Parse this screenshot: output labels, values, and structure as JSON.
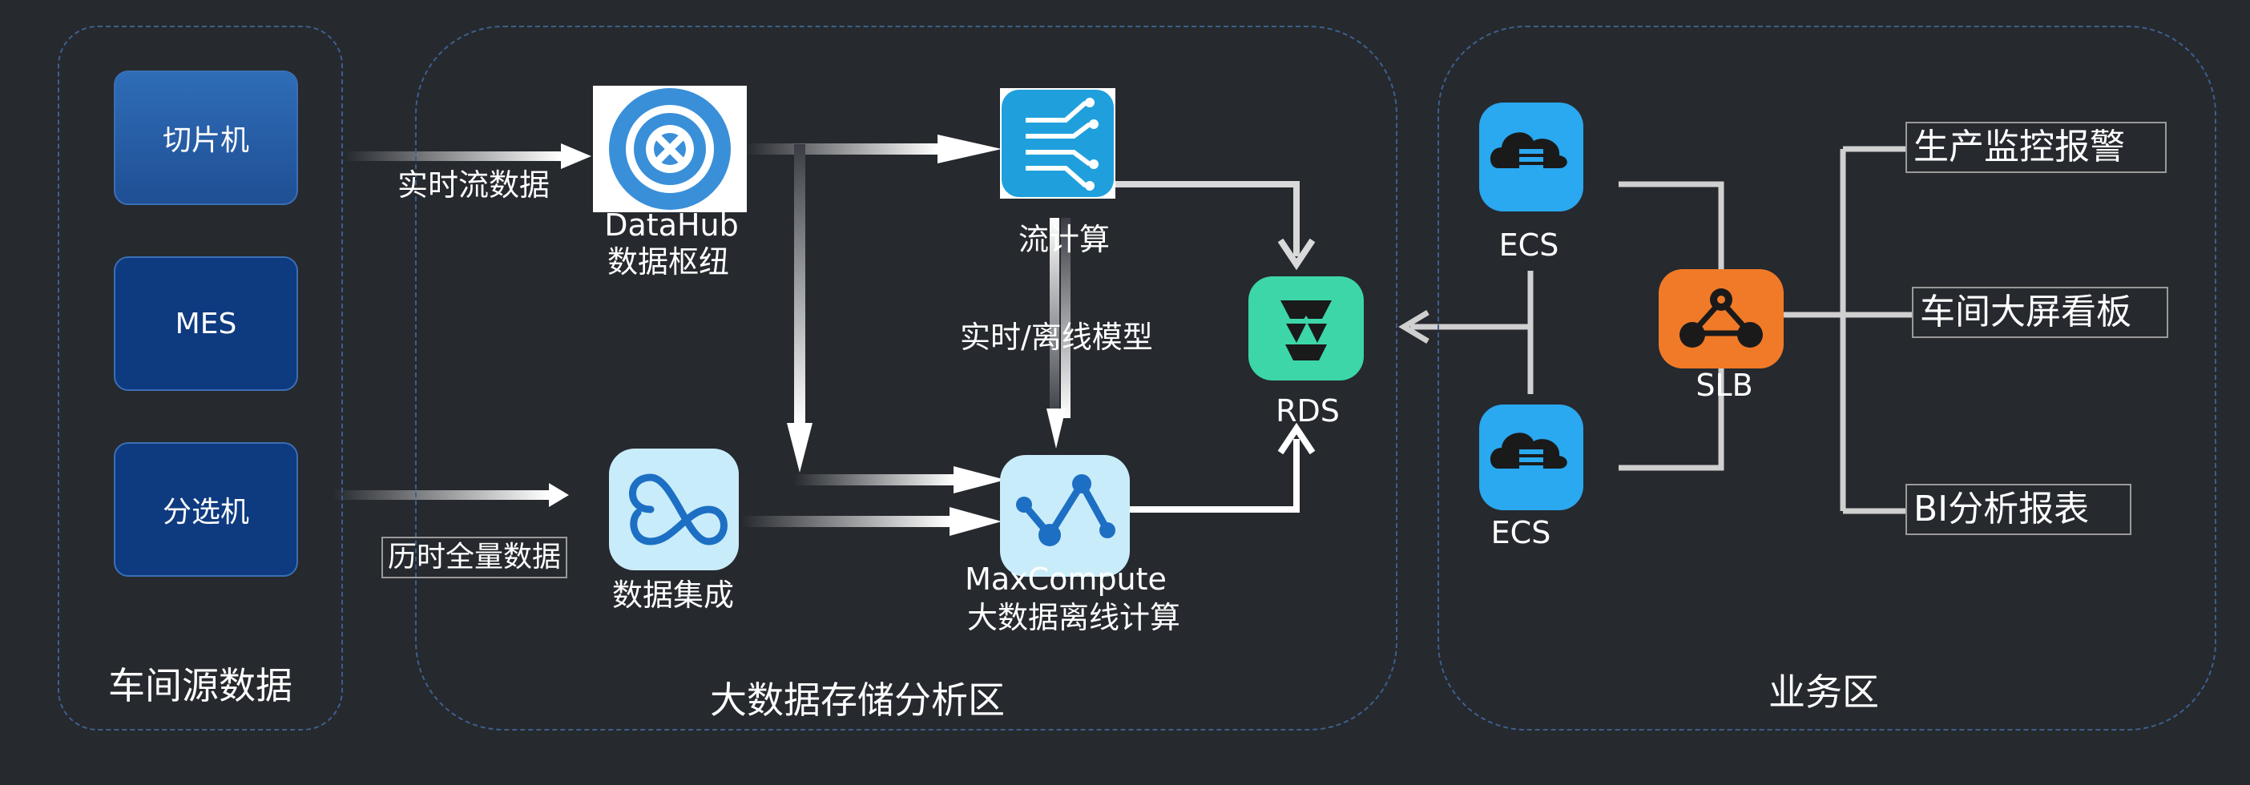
{
  "zones": {
    "source": {
      "title": "车间源数据"
    },
    "bigdata": {
      "title": "大数据存储分析区"
    },
    "business": {
      "title": "业务区"
    }
  },
  "sources": {
    "slicer": "切片机",
    "mes": "MES",
    "sorter": "分选机"
  },
  "edges": {
    "realtime_stream": "实时流数据",
    "history_full": "历时全量数据",
    "model": "实时/离线模型"
  },
  "nodes": {
    "datahub": {
      "line1": "DataHub",
      "line2": "数据枢纽"
    },
    "stream": {
      "label": "流计算"
    },
    "integration": {
      "label": "数据集成"
    },
    "maxcompute": {
      "line1": "MaxCompute",
      "line2": "大数据离线计算"
    },
    "rds": {
      "label": "RDS"
    },
    "ecs_top": {
      "label": "ECS"
    },
    "ecs_bottom": {
      "label": "ECS"
    },
    "slb": {
      "label": "SLB"
    }
  },
  "outputs": {
    "monitor": "生产监控报警",
    "screen": "车间大屏看板",
    "bi": "BI分析报表"
  },
  "colors": {
    "background": "#26292e",
    "zone_border": "#3d5f8c",
    "datahub_blue": "#3a8fd9",
    "stream_blue": "#1fa0dc",
    "cloud_blue": "#2aa8f0",
    "rds_green": "#3dd6a8",
    "slb_orange": "#f07a28",
    "light_blue_tile": "#c9ecfa"
  }
}
